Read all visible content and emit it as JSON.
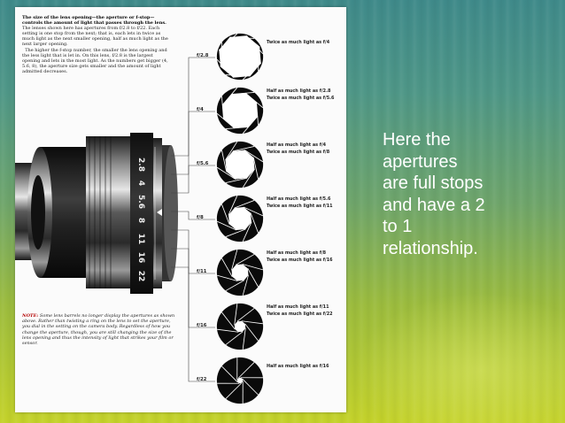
{
  "slide": {
    "caption_lines": [
      "Here the",
      "apertures",
      "are full stops",
      "and have a 2",
      "to 1",
      "relationship."
    ]
  },
  "figure": {
    "intro_bold": "The size of the lens opening—the aperture or f-stop—controls the amount of light that passes through the lens.",
    "intro_p1": "The lenses shown here has apertures from f/2.8 to f/22. Each setting is one stop from the next; that is, each lets in twice as much light as the next smaller opening, half as much light as the next larger opening.",
    "intro_p2": "The higher the f-stop number, the smaller the lens opening and the less light that is let in. On this lens, f/2.8 is the largest opening and lets in the most light. As the numbers get bigger (4, 5.6, 8), the aperture size gets smaller and the amount of light admitted decreases.",
    "note_label": "NOTE:",
    "note_text": "Some lens barrels no longer display the apertures as shown above. Rather than twisting a ring on the lens to set the aperture, you dial in the setting on the camera body. Regardless of how you change the aperture, though, you are still changing the size of the lens opening and thus the intensity of light that strikes your film or sensor.",
    "barrel_numbers": [
      "2.8",
      "4",
      "5.6",
      "8",
      "11",
      "16",
      "22"
    ],
    "apertures": [
      {
        "stop": "f/2.8",
        "half": "",
        "twice": "Twice as much light as f/4",
        "open": 0.95
      },
      {
        "stop": "f/4",
        "half": "Half as much light as f/2.8",
        "twice": "Twice as much light as f/5.6",
        "open": 0.8
      },
      {
        "stop": "f/5.6",
        "half": "Half as much light as f/4",
        "twice": "Twice as much light as f/8",
        "open": 0.66
      },
      {
        "stop": "f/8",
        "half": "Half as much light as f/5.6",
        "twice": "Twice as much light as f/11",
        "open": 0.52
      },
      {
        "stop": "f/11",
        "half": "Half as much light as f/8",
        "twice": "Twice as much light as f/16",
        "open": 0.38
      },
      {
        "stop": "f/16",
        "half": "Half as much light as f/11",
        "twice": "Twice as much light as f/22",
        "open": 0.25
      },
      {
        "stop": "f/22",
        "half": "Half as much light as f/16",
        "twice": "",
        "open": 0.13
      }
    ]
  }
}
